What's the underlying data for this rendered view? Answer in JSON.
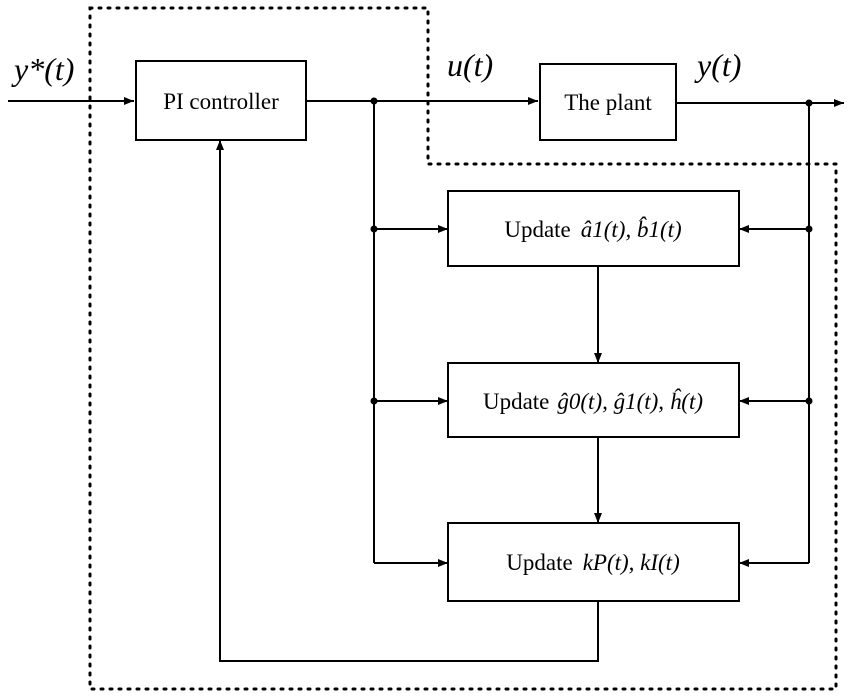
{
  "signals": {
    "reference": "y*(t)",
    "control": "u(t)",
    "output": "y(t)"
  },
  "blocks": {
    "pi_controller": "PI controller",
    "plant": "The plant",
    "update_ab": {
      "prefix": "Update",
      "math": "â1(t), b̂1(t)"
    },
    "update_gh": {
      "prefix": "Update",
      "math": "ĝ0(t), ĝ1(t), ĥ(t)"
    },
    "update_k": {
      "prefix": "Update",
      "math": "kP(t), kI(t)"
    }
  }
}
